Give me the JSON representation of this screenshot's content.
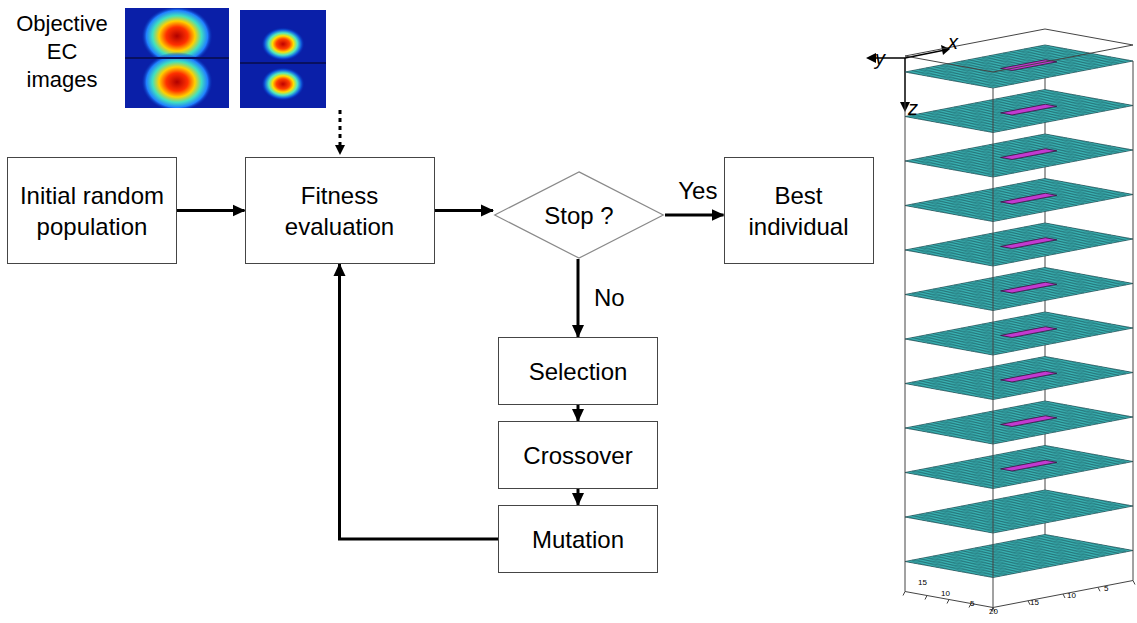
{
  "diagram": {
    "nodes": [
      {
        "text": [
          "Initial random population"
        ]
      },
      {
        "text": [
          "Fitness evaluation"
        ]
      },
      {
        "text": [
          "Stop ?"
        ]
      },
      {
        "text": [
          "Best individual"
        ]
      },
      {
        "text": [
          "Selection"
        ]
      },
      {
        "text": [
          "Crossover"
        ]
      },
      {
        "text": [
          "Mutation"
        ]
      }
    ],
    "edges": [
      {
        "from": 0,
        "to": 1,
        "arrow": "to"
      },
      {
        "from": 1,
        "to": 2,
        "arrow": "to"
      },
      {
        "from": 2,
        "to": 3,
        "label": "Yes",
        "arrow": "to"
      },
      {
        "from": 2,
        "to": 4,
        "label": "No",
        "arrow": "to"
      },
      {
        "from": 4,
        "to": 5,
        "arrow": "to"
      },
      {
        "from": 5,
        "to": 6,
        "arrow": "to"
      },
      {
        "from": 6,
        "to": 1,
        "arrow": "to"
      }
    ],
    "labels": [
      "Objective EC images",
      "y",
      "x",
      "z",
      "15",
      "10",
      "5",
      "20",
      "15",
      "10",
      "5"
    ]
  }
}
